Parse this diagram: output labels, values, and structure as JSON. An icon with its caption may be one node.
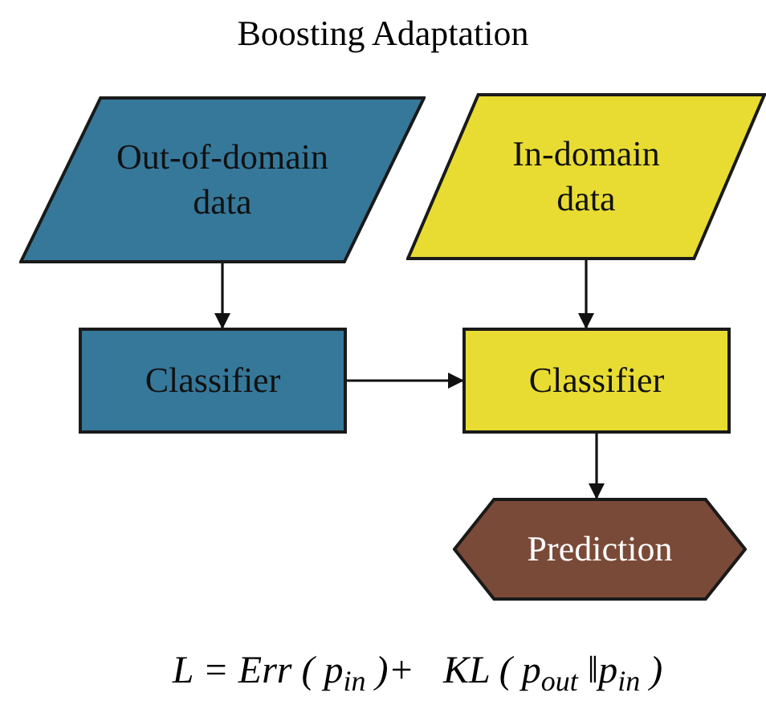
{
  "diagram": {
    "title": "Boosting Adaptation",
    "nodes": [
      {
        "text": [
          "Out-of-domain data"
        ]
      },
      {
        "text": [
          "In-domain data"
        ]
      },
      {
        "text": [
          "Classifier"
        ]
      },
      {
        "text": [
          "Classifier"
        ]
      },
      {
        "text": [
          "Prediction"
        ]
      }
    ],
    "edges": [
      {
        "from": 0,
        "to": 2,
        "arrow": "to"
      },
      {
        "from": 1,
        "to": 3,
        "arrow": "to"
      },
      {
        "from": 2,
        "to": 3,
        "arrow": "to"
      },
      {
        "from": 3,
        "to": 4,
        "arrow": "to"
      }
    ],
    "labels": [
      "L = Err ( p$_{in}$ )+   KL ( p$_{out}$ ‖p$_{in}$ )"
    ]
  }
}
